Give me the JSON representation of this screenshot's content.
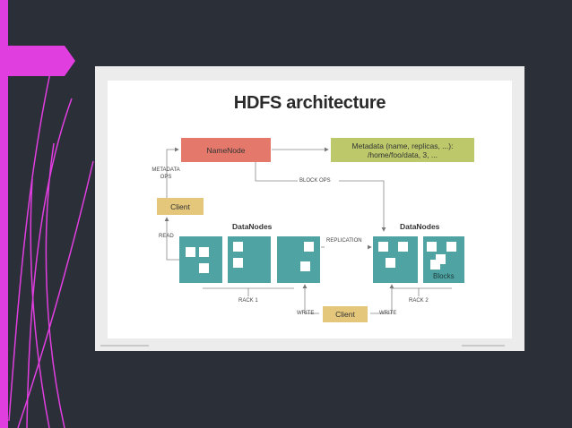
{
  "diagram": {
    "title": "HDFS architecture",
    "namenode": "NameNode",
    "metadata_line1": "Metadata (name, replicas, ...):",
    "metadata_line2": "/home/foo/data, 3, ...",
    "metadata_ops_line1": "METADATA",
    "metadata_ops_line2": "OPS",
    "block_ops": "BLOCK OPS",
    "client_top": "Client",
    "read": "READ",
    "datanodes_left": "DataNodes",
    "datanodes_right": "DataNodes",
    "replication": "REPLICATION",
    "blocks": "Blocks",
    "rack1": "RACK 1",
    "rack2": "RACK 2",
    "write_left": "WRITE",
    "write_right": "WRITE",
    "client_bottom": "Client"
  },
  "colors": {
    "accent": "#e13ee0",
    "background": "#2b2f38",
    "namenode": "#e4796b",
    "metadata": "#bcc86a",
    "client": "#e4c77b",
    "datanode": "#4fa4a3"
  }
}
